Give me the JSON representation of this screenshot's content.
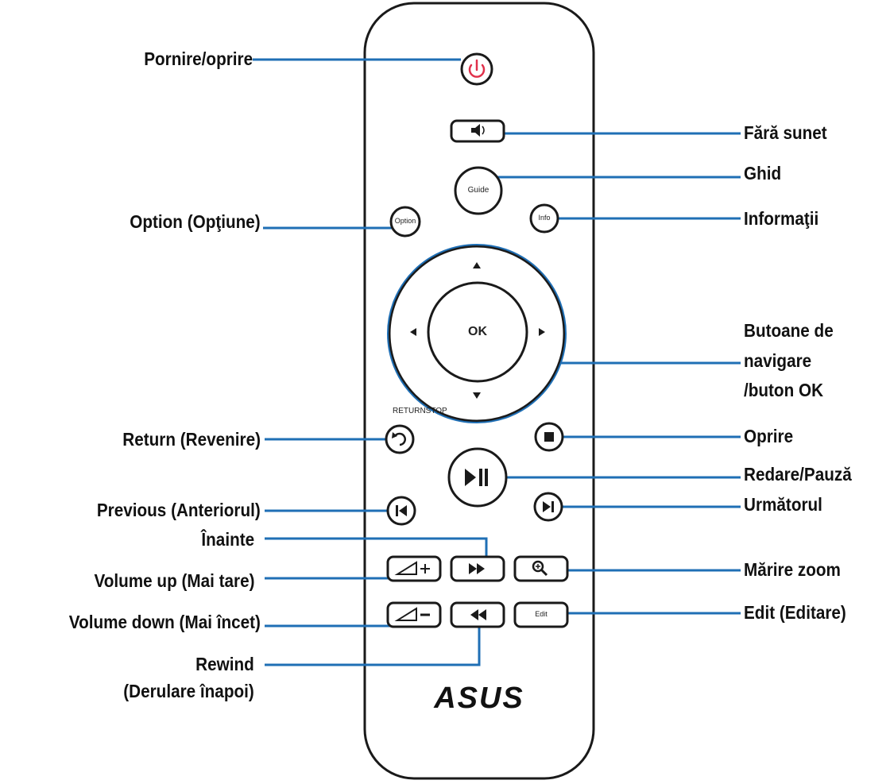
{
  "labels_left": {
    "power": "Pornire/oprire",
    "option": "Option (Opţiune)",
    "return": "Return (Revenire)",
    "previous": "Previous (Anteriorul)",
    "forward": "Înainte",
    "volume_up": "Volume up (Mai tare)",
    "volume_down": "Volume down (Mai încet)",
    "rewind_line1": "Rewind",
    "rewind_line2": "(Derulare înapoi)"
  },
  "labels_right": {
    "mute": "Fără sunet",
    "guide": "Ghid",
    "info": "Informaţii",
    "nav_line1": "Butoane de",
    "nav_line2": "navigare",
    "nav_line3": "/buton OK",
    "stop": "Oprire",
    "play_pause": "Redare/Pauză",
    "next": "Următorul",
    "zoom": "Mărire zoom",
    "edit": "Edit (Editare)"
  },
  "remote": {
    "guide_text": "Guide",
    "option_text": "Option",
    "info_text": "Info",
    "ok_text": "OK",
    "edit_text": "Edit",
    "return_stop_text": "RETURNSTOP",
    "brand": "ASUS"
  },
  "colors": {
    "leader_line": "#1f6fb5",
    "power_icon": "#e0304a",
    "outline": "#1a1a1a"
  },
  "icons": {
    "power": "power-icon",
    "mute": "speaker-mute-icon",
    "return": "return-arrow-icon",
    "stop": "stop-square-icon",
    "play_pause": "play-pause-icon",
    "previous": "skip-previous-icon",
    "next": "skip-next-icon",
    "fast_forward": "fast-forward-icon",
    "rewind": "rewind-icon",
    "zoom": "magnifier-zoom-icon",
    "volume_up": "volume-up-icon",
    "volume_down": "volume-down-icon"
  }
}
